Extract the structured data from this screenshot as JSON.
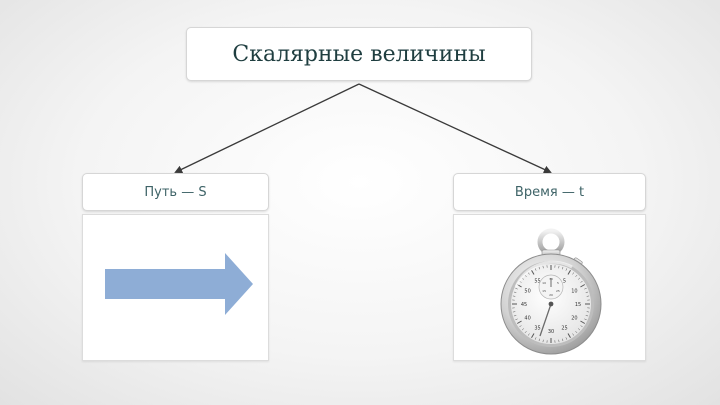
{
  "diagram": {
    "title": "Скалярные величины",
    "left_label": "Путь — S",
    "right_label": "Время — t"
  },
  "stopwatch": {
    "dial_numbers": [
      "60",
      "5",
      "10",
      "15",
      "20",
      "25",
      "30",
      "35",
      "40",
      "45",
      "50",
      "55"
    ],
    "inner_numbers": [
      "30",
      "5",
      "25",
      "20",
      "15",
      "10"
    ]
  },
  "colors": {
    "arrow_fill": "#8eadd6",
    "title_text": "#1f3e40",
    "label_text": "#3e6367",
    "connector": "#3a3a3a"
  }
}
